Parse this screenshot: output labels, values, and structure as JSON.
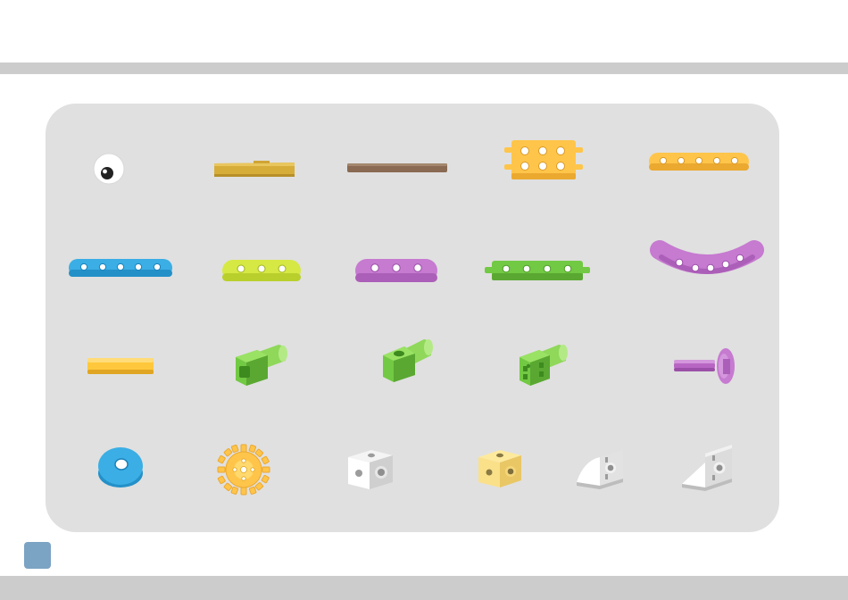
{
  "colors": {
    "panel_background": "#e0e0e0",
    "band": "#cccccc",
    "page_marker": "#7ba3c3",
    "gold": "#d7ad3a",
    "yellow": "#ffc54a",
    "blue": "#3aaee5",
    "lime": "#d6e844",
    "purple": "#c67ad0",
    "green": "#72c943",
    "brown": "#8a6a52",
    "white": "#ffffff",
    "pale_yellow": "#fbe08a"
  },
  "parts": [
    {
      "icon": "eye-part-icon",
      "color": "white"
    },
    {
      "icon": "axle-gold-long-icon",
      "color": "gold"
    },
    {
      "icon": "rod-brown-long-icon",
      "color": "brown"
    },
    {
      "icon": "plate-yellow-2x3-icon",
      "color": "yellow"
    },
    {
      "icon": "beam-yellow-5-hole-icon",
      "color": "yellow"
    },
    {
      "icon": "beam-blue-5-hole-icon",
      "color": "blue"
    },
    {
      "icon": "beam-lime-3-hole-icon",
      "color": "lime"
    },
    {
      "icon": "beam-purple-3-hole-icon",
      "color": "purple"
    },
    {
      "icon": "beam-green-4-hole-pegs-icon",
      "color": "green"
    },
    {
      "icon": "arc-purple-curved-icon",
      "color": "purple"
    },
    {
      "icon": "axle-gold-short-icon",
      "color": "gold"
    },
    {
      "icon": "connector-green-a-icon",
      "color": "green"
    },
    {
      "icon": "connector-green-b-icon",
      "color": "green"
    },
    {
      "icon": "connector-green-c-icon",
      "color": "green"
    },
    {
      "icon": "pin-purple-icon",
      "color": "purple"
    },
    {
      "icon": "washer-blue-icon",
      "color": "blue"
    },
    {
      "icon": "gear-yellow-icon",
      "color": "yellow"
    },
    {
      "icon": "cube-white-icon",
      "color": "white"
    },
    {
      "icon": "cube-yellow-icon",
      "color": "pale_yellow"
    },
    {
      "icon": "wedge-white-small-icon",
      "color": "white"
    },
    {
      "icon": "wedge-white-large-icon",
      "color": "white"
    }
  ]
}
